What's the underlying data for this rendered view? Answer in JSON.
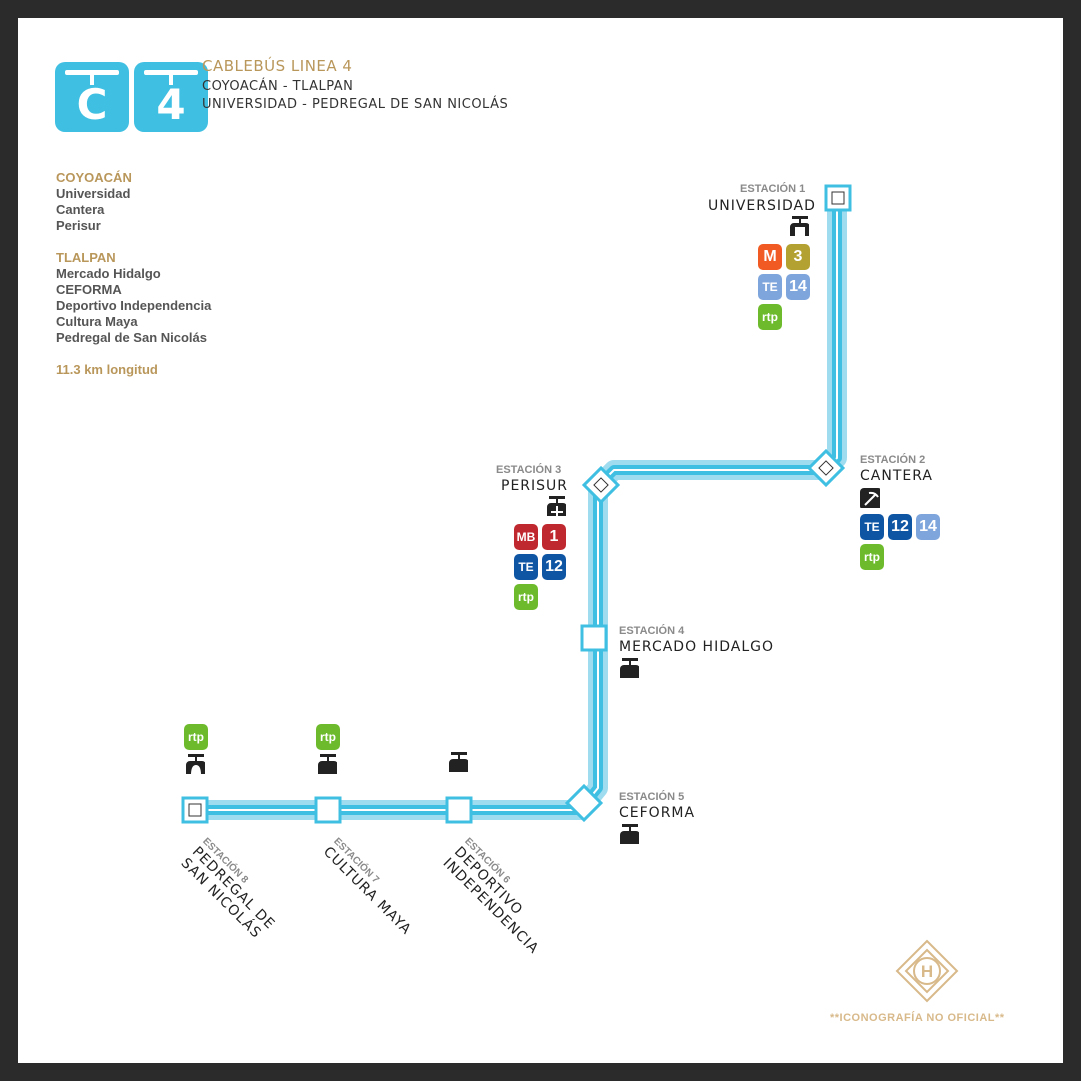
{
  "header": {
    "logo_letter": "C",
    "logo_number": "4",
    "title": "CABLEBÚS LINEA 4",
    "subtitle": "COYOACÁN - TLALPAN",
    "route": "UNIVERSIDAD - PEDREGAL DE SAN NICOLÁS"
  },
  "info": {
    "coyoacan_title": "COYOACÁN",
    "coyoacan_stations": [
      "Universidad",
      "Cantera",
      "Perisur"
    ],
    "tlalpan_title": "TLALPAN",
    "tlalpan_stations": [
      "Mercado Hidalgo",
      "CEFORMA",
      "Deportivo Independencia",
      "Cultura Maya",
      "Pedregal de San Nicolás"
    ],
    "length": "11.3 km longitud"
  },
  "stations": {
    "s1": {
      "num": "ESTACIÓN 1",
      "name": "UNIVERSIDAD"
    },
    "s2": {
      "num": "ESTACIÓN 2",
      "name": "CANTERA"
    },
    "s3": {
      "num": "ESTACIÓN 3",
      "name": "PERISUR"
    },
    "s4": {
      "num": "ESTACIÓN 4",
      "name": "MERCADO HIDALGO"
    },
    "s5": {
      "num": "ESTACIÓN 5",
      "name": "CEFORMA"
    },
    "s6": {
      "num": "ESTACIÓN 6",
      "name_line1": "DEPORTIVO",
      "name_line2": "INDEPENDENCIA"
    },
    "s7": {
      "num": "ESTACIÓN 7",
      "name_line1": "CULTURA MAYA"
    },
    "s8": {
      "num": "ESTACIÓN 8",
      "name_line1": "PEDREGAL DE",
      "name_line2": "SAN NICOLÁS"
    }
  },
  "connections": {
    "s1_metro_line": "3",
    "s1_trolebus_line": "14",
    "s2_trolebus_lines": [
      "12",
      "14"
    ],
    "s3_metrobus_line": "1",
    "s3_trolebus_line": "12",
    "trolebus_glyph": "TE",
    "metro_glyph": "M",
    "metrobus_glyph": "MB",
    "rtp_glyph": "rtp"
  },
  "colors": {
    "line": "#3fbfe2",
    "line_light": "#bde9f6",
    "accent_gold": "#b9975b",
    "metro_orange": "#f15a22",
    "metro_line3": "#b3a131",
    "trolebus_blue": "#0e56a4",
    "trolebus_light": "#7fa6dc",
    "metrobus_red": "#c0282f",
    "rtp_green": "#6dbb2c",
    "frame": "#2b2b2b"
  },
  "footer": {
    "watermark_letter": "H",
    "disclaimer": "**ICONOGRAFÍA NO OFICIAL**"
  }
}
